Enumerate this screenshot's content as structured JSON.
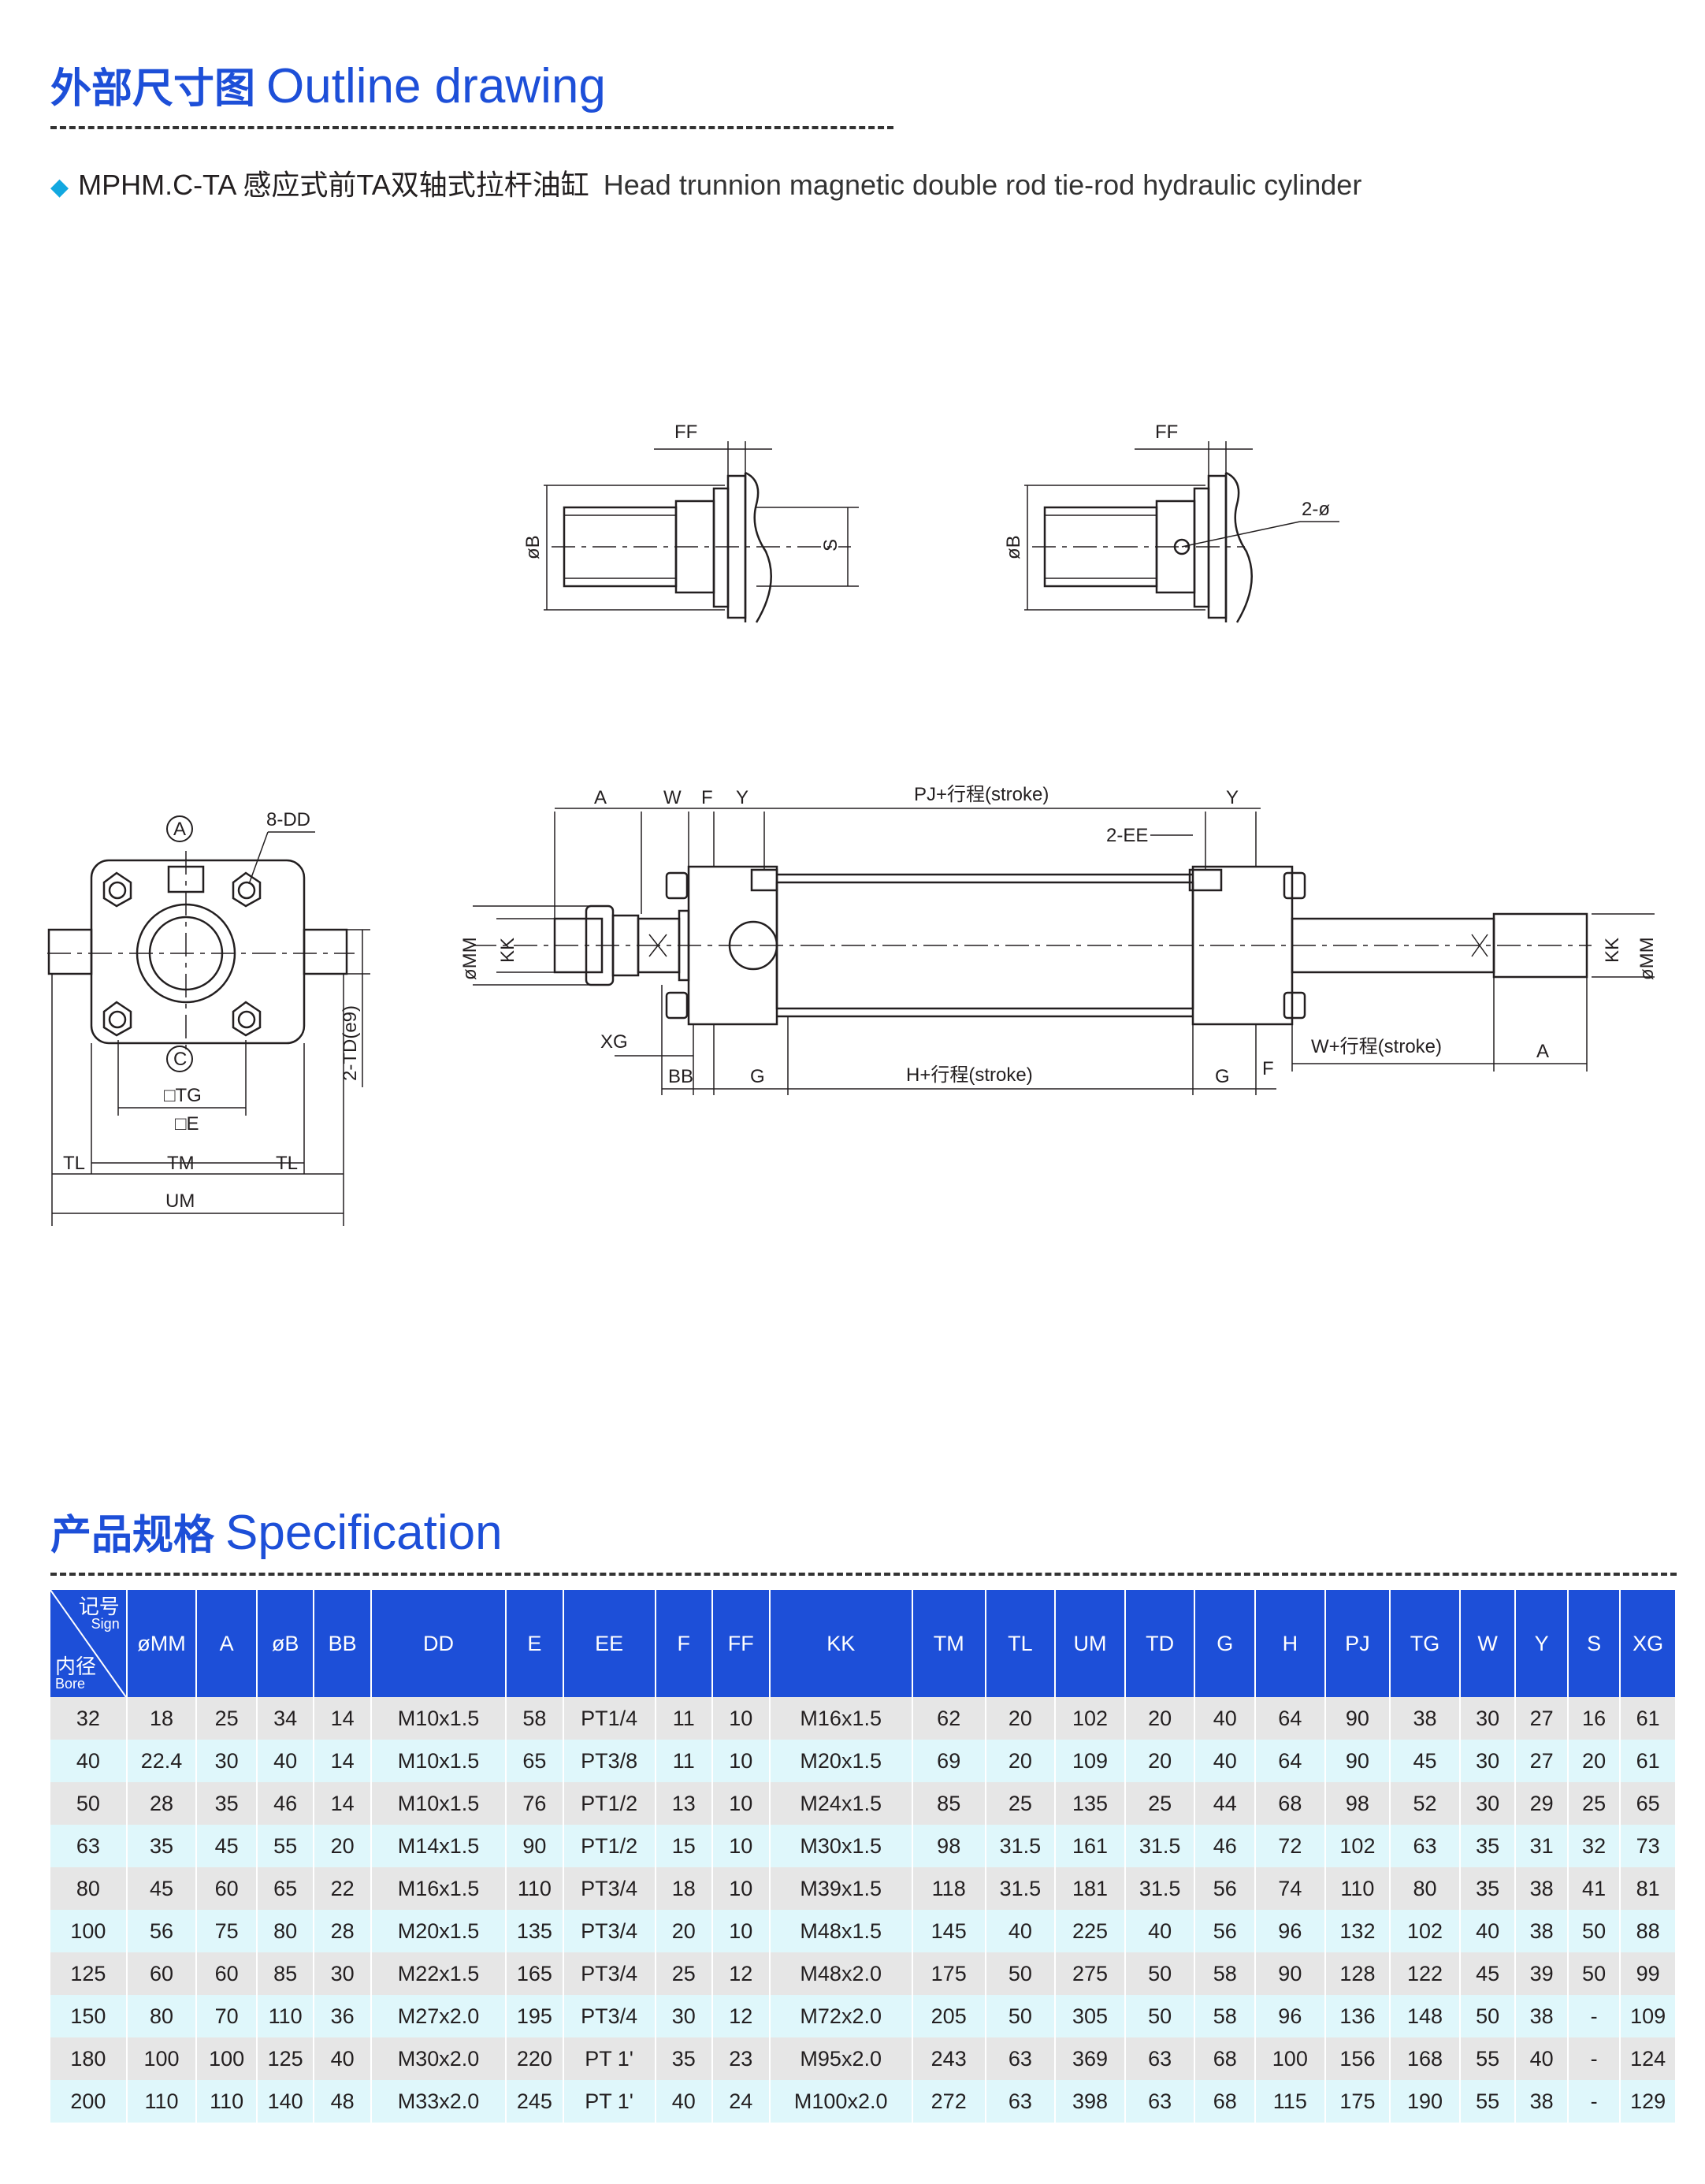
{
  "outline_section": {
    "title_cn": "外部尺寸图",
    "title_en": "Outline drawing"
  },
  "product": {
    "model": "MPHM.C-TA",
    "name_cn": "感应式前TA双轴式拉杆油缸",
    "name_en": "Head trunnion magnetic double rod tie-rod hydraulic cylinder"
  },
  "drawing_labels": {
    "ff": "FF",
    "ob": "øB",
    "s": "S",
    "two_phi": "2-ø",
    "a": "A",
    "w": "W",
    "f": "F",
    "y": "Y",
    "pj_stroke": "PJ+行程(stroke)",
    "two_ee": "2-EE",
    "omm": "øMM",
    "kk": "KK",
    "xg": "XG",
    "bb": "BB",
    "g": "G",
    "h_stroke": "H+行程(stroke)",
    "w_stroke": "W+行程(stroke)",
    "circle_a": "A",
    "circle_c": "C",
    "eight_dd": "8-DD",
    "tg": "□TG",
    "e": "□E",
    "tl": "TL",
    "tm": "TM",
    "um": "UM",
    "two_td": "2-TD(e9)"
  },
  "spec_section": {
    "title_cn": "产品规格",
    "title_en": "Specification"
  },
  "table": {
    "corner": {
      "sign_cn": "记号",
      "sign_en": "Sign",
      "bore_cn": "内径",
      "bore_en": "Bore"
    },
    "headers": [
      "øMM",
      "A",
      "øB",
      "BB",
      "DD",
      "E",
      "EE",
      "F",
      "FF",
      "KK",
      "TM",
      "TL",
      "UM",
      "TD",
      "G",
      "H",
      "PJ",
      "TG",
      "W",
      "Y",
      "S",
      "XG"
    ],
    "rows": [
      [
        "32",
        "18",
        "25",
        "34",
        "14",
        "M10x1.5",
        "58",
        "PT1/4",
        "11",
        "10",
        "M16x1.5",
        "62",
        "20",
        "102",
        "20",
        "40",
        "64",
        "90",
        "38",
        "30",
        "27",
        "16",
        "61"
      ],
      [
        "40",
        "22.4",
        "30",
        "40",
        "14",
        "M10x1.5",
        "65",
        "PT3/8",
        "11",
        "10",
        "M20x1.5",
        "69",
        "20",
        "109",
        "20",
        "40",
        "64",
        "90",
        "45",
        "30",
        "27",
        "20",
        "61"
      ],
      [
        "50",
        "28",
        "35",
        "46",
        "14",
        "M10x1.5",
        "76",
        "PT1/2",
        "13",
        "10",
        "M24x1.5",
        "85",
        "25",
        "135",
        "25",
        "44",
        "68",
        "98",
        "52",
        "30",
        "29",
        "25",
        "65"
      ],
      [
        "63",
        "35",
        "45",
        "55",
        "20",
        "M14x1.5",
        "90",
        "PT1/2",
        "15",
        "10",
        "M30x1.5",
        "98",
        "31.5",
        "161",
        "31.5",
        "46",
        "72",
        "102",
        "63",
        "35",
        "31",
        "32",
        "73"
      ],
      [
        "80",
        "45",
        "60",
        "65",
        "22",
        "M16x1.5",
        "110",
        "PT3/4",
        "18",
        "10",
        "M39x1.5",
        "118",
        "31.5",
        "181",
        "31.5",
        "56",
        "74",
        "110",
        "80",
        "35",
        "38",
        "41",
        "81"
      ],
      [
        "100",
        "56",
        "75",
        "80",
        "28",
        "M20x1.5",
        "135",
        "PT3/4",
        "20",
        "10",
        "M48x1.5",
        "145",
        "40",
        "225",
        "40",
        "56",
        "96",
        "132",
        "102",
        "40",
        "38",
        "50",
        "88"
      ],
      [
        "125",
        "60",
        "60",
        "85",
        "30",
        "M22x1.5",
        "165",
        "PT3/4",
        "25",
        "12",
        "M48x2.0",
        "175",
        "50",
        "275",
        "50",
        "58",
        "90",
        "128",
        "122",
        "45",
        "39",
        "50",
        "99"
      ],
      [
        "150",
        "80",
        "70",
        "110",
        "36",
        "M27x2.0",
        "195",
        "PT3/4",
        "30",
        "12",
        "M72x2.0",
        "205",
        "50",
        "305",
        "50",
        "58",
        "96",
        "136",
        "148",
        "50",
        "38",
        "-",
        "109"
      ],
      [
        "180",
        "100",
        "100",
        "125",
        "40",
        "M30x2.0",
        "220",
        "PT 1'",
        "35",
        "23",
        "M95x2.0",
        "243",
        "63",
        "369",
        "63",
        "68",
        "100",
        "156",
        "168",
        "55",
        "40",
        "-",
        "124"
      ],
      [
        "200",
        "110",
        "110",
        "140",
        "48",
        "M33x2.0",
        "245",
        "PT 1'",
        "40",
        "24",
        "M100x2.0",
        "272",
        "63",
        "398",
        "63",
        "68",
        "115",
        "175",
        "190",
        "55",
        "38",
        "-",
        "129"
      ]
    ]
  },
  "colors": {
    "title_blue": "#1d4fd8",
    "header_blue": "#1d4fd8",
    "diamond": "#12a8e0",
    "row_gray": "#e6e6e6",
    "row_cyan": "#dff7fb"
  }
}
